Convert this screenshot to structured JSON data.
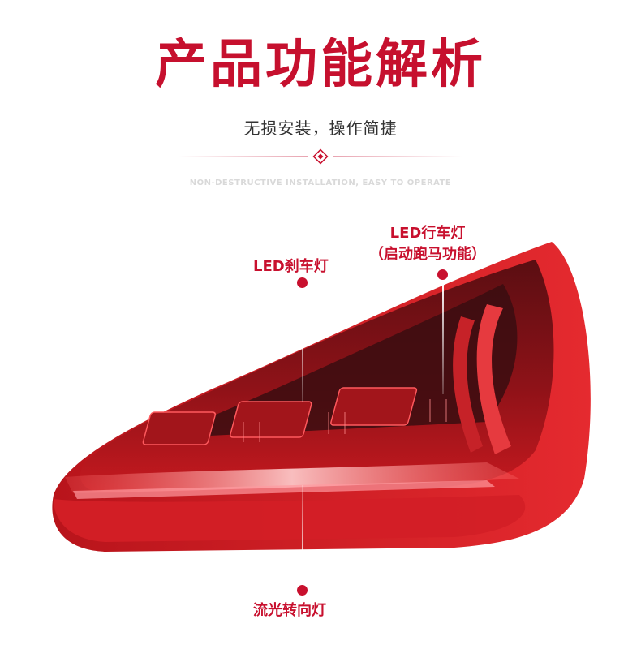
{
  "header": {
    "title": "产品功能解析",
    "subtitle": "无损安装，操作简捷",
    "caption_en": "NON-DESTRUCTIVE INSTALLATION, EASY TO OPERATE"
  },
  "callouts": {
    "brake": "LED刹车灯",
    "running_line1": "LED行车灯",
    "running_line2": "（启动跑马功能）",
    "turn": "流光转向灯"
  },
  "icons": {
    "divider_ornament": "diamond-icon",
    "callout_marker": "dot-icon"
  },
  "colors": {
    "title": "#c6102e",
    "text": "#333333",
    "accent": "#c8102e",
    "caption": "#d9d9d9",
    "divider": "#e8a3b0",
    "lamp_dark": "#3a0d10",
    "lamp_red": "#d31f26",
    "lamp_mid": "#8a1418"
  }
}
